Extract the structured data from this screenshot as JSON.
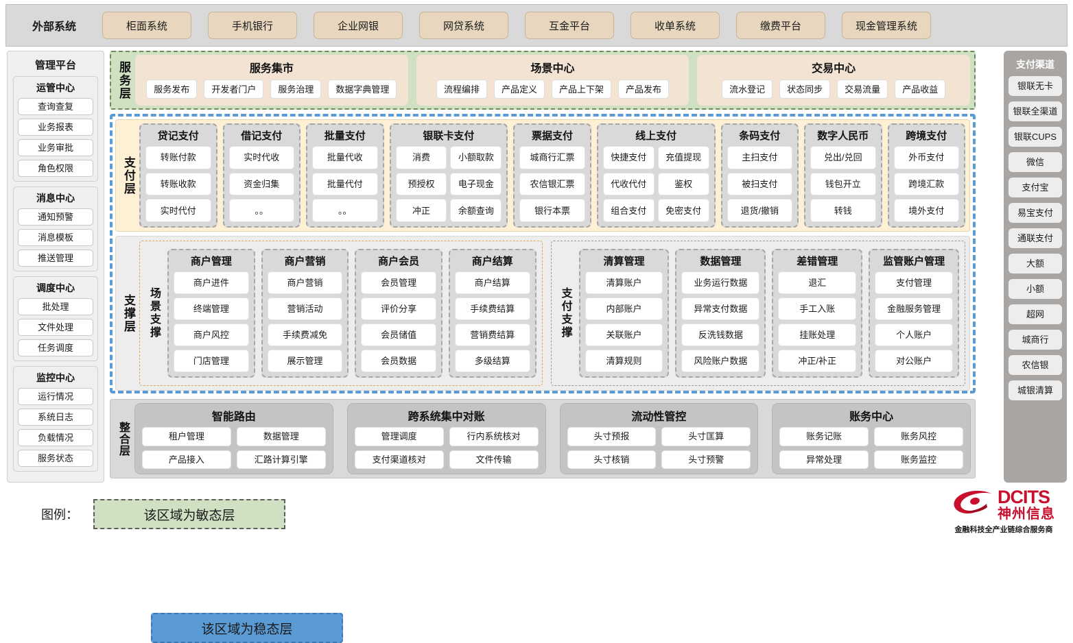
{
  "external": {
    "label": "外部系统",
    "items": [
      "柜面系统",
      "手机银行",
      "企业网银",
      "网贷系统",
      "互金平台",
      "收单系统",
      "缴费平台",
      "现金管理系统"
    ]
  },
  "management": {
    "title": "管理平台",
    "groups": [
      {
        "title": "运管中心",
        "items": [
          "查询查复",
          "业务报表",
          "业务审批",
          "角色权限"
        ]
      },
      {
        "title": "消息中心",
        "items": [
          "通知预警",
          "消息模板",
          "推送管理"
        ]
      },
      {
        "title": "调度中心",
        "items": [
          "批处理",
          "文件处理",
          "任务调度"
        ]
      },
      {
        "title": "监控中心",
        "items": [
          "运行情况",
          "系统日志",
          "负载情况",
          "服务状态"
        ]
      }
    ]
  },
  "channels": {
    "title": "支付渠道",
    "items": [
      "银联无卡",
      "银联全渠道",
      "银联CUPS",
      "微信",
      "支付宝",
      "易宝支付",
      "通联支付",
      "大额",
      "小额",
      "超网",
      "城商行",
      "农信银",
      "城银清算"
    ]
  },
  "service_layer": {
    "label": "服务层",
    "cards": [
      {
        "title": "服务集市",
        "items": [
          "服务发布",
          "开发者门户",
          "服务治理",
          "数据字典管理"
        ]
      },
      {
        "title": "场景中心",
        "items": [
          "流程编排",
          "产品定义",
          "产品上下架",
          "产品发布"
        ]
      },
      {
        "title": "交易中心",
        "items": [
          "流水登记",
          "状态同步",
          "交易流量",
          "产品收益"
        ]
      }
    ]
  },
  "payment_layer": {
    "label": "支付层",
    "columns": [
      {
        "title": "贷记支付",
        "cols": 1,
        "items": [
          "转账付款",
          "转账收款",
          "实时代付"
        ]
      },
      {
        "title": "借记支付",
        "cols": 1,
        "items": [
          "实时代收",
          "资金归集",
          "。。"
        ]
      },
      {
        "title": "批量支付",
        "cols": 1,
        "items": [
          "批量代收",
          "批量代付",
          "。。"
        ]
      },
      {
        "title": "银联卡支付",
        "cols": 2,
        "items": [
          "消费",
          "小额取款",
          "预授权",
          "电子现金",
          "冲正",
          "余额查询"
        ]
      },
      {
        "title": "票据支付",
        "cols": 1,
        "items": [
          "城商行汇票",
          "农信银汇票",
          "银行本票"
        ]
      },
      {
        "title": "线上支付",
        "cols": 2,
        "items": [
          "快捷支付",
          "充值提现",
          "代收代付",
          "鉴权",
          "组合支付",
          "免密支付"
        ]
      },
      {
        "title": "条码支付",
        "cols": 1,
        "items": [
          "主扫支付",
          "被扫支付",
          "退货/撤销"
        ]
      },
      {
        "title": "数字人民币",
        "cols": 1,
        "items": [
          "兑出/兑回",
          "钱包开立",
          "转钱"
        ]
      },
      {
        "title": "跨境支付",
        "cols": 1,
        "items": [
          "外币支付",
          "跨境汇款",
          "境外支付"
        ]
      }
    ]
  },
  "support_layer": {
    "label": "支撑层",
    "zones": [
      {
        "label": "场景支撑",
        "columns": [
          {
            "title": "商户管理",
            "items": [
              "商户进件",
              "终端管理",
              "商户风控",
              "门店管理"
            ]
          },
          {
            "title": "商户营销",
            "items": [
              "商户营销",
              "营销活动",
              "手续费减免",
              "展示管理"
            ]
          },
          {
            "title": "商户会员",
            "items": [
              "会员管理",
              "评价分享",
              "会员储值",
              "会员数据"
            ]
          },
          {
            "title": "商户结算",
            "items": [
              "商户结算",
              "手续费结算",
              "营销费结算",
              "多级结算"
            ]
          }
        ]
      },
      {
        "label": "支付支撑",
        "columns": [
          {
            "title": "清算管理",
            "items": [
              "清算账户",
              "内部账户",
              "关联账户",
              "清算规则"
            ]
          },
          {
            "title": "数据管理",
            "items": [
              "业务运行数据",
              "异常支付数据",
              "反洗钱数据",
              "风险账户数据"
            ]
          },
          {
            "title": "差错管理",
            "items": [
              "退汇",
              "手工入账",
              "挂账处理",
              "冲正/补正"
            ]
          },
          {
            "title": "监管账户管理",
            "items": [
              "支付管理",
              "金融服务管理",
              "个人账户",
              "对公账户"
            ]
          }
        ]
      }
    ]
  },
  "integration_layer": {
    "label": "整合层",
    "cards": [
      {
        "title": "智能路由",
        "items": [
          "租户管理",
          "数据管理",
          "产品接入",
          "汇路计算引擎"
        ]
      },
      {
        "title": "跨系统集中对账",
        "items": [
          "管理调度",
          "行内系统核对",
          "支付渠道核对",
          "文件传输"
        ]
      },
      {
        "title": "流动性管控",
        "items": [
          "头寸预报",
          "头寸匡算",
          "头寸核销",
          "头寸预警"
        ]
      },
      {
        "title": "账务中心",
        "items": [
          "账务记账",
          "账务风控",
          "异常处理",
          "账务监控"
        ]
      }
    ]
  },
  "legend": {
    "label": "图例：",
    "agile": "该区域为敏态层",
    "stable": "该区域为稳态层"
  },
  "logo": {
    "en": "DCITS",
    "cn": "神州信息",
    "tagline": "金融科技全产业链综合服务商"
  },
  "colors": {
    "agile_green": "#cfe0c3",
    "stable_blue": "#5b9bd5",
    "payment_cream": "#fdf0d5",
    "external_beige": "#e8d6be",
    "brand_red": "#c8102e"
  }
}
